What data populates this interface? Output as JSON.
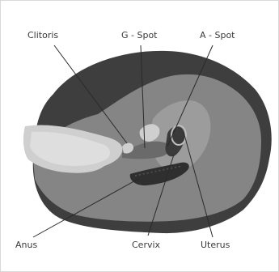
{
  "labels": {
    "clitoris": "Clitoris",
    "g_spot": "G - Spot",
    "a_spot": "A - Spot",
    "anus": "Anus",
    "cervix": "Cervix",
    "uterus": "Uterus"
  }
}
